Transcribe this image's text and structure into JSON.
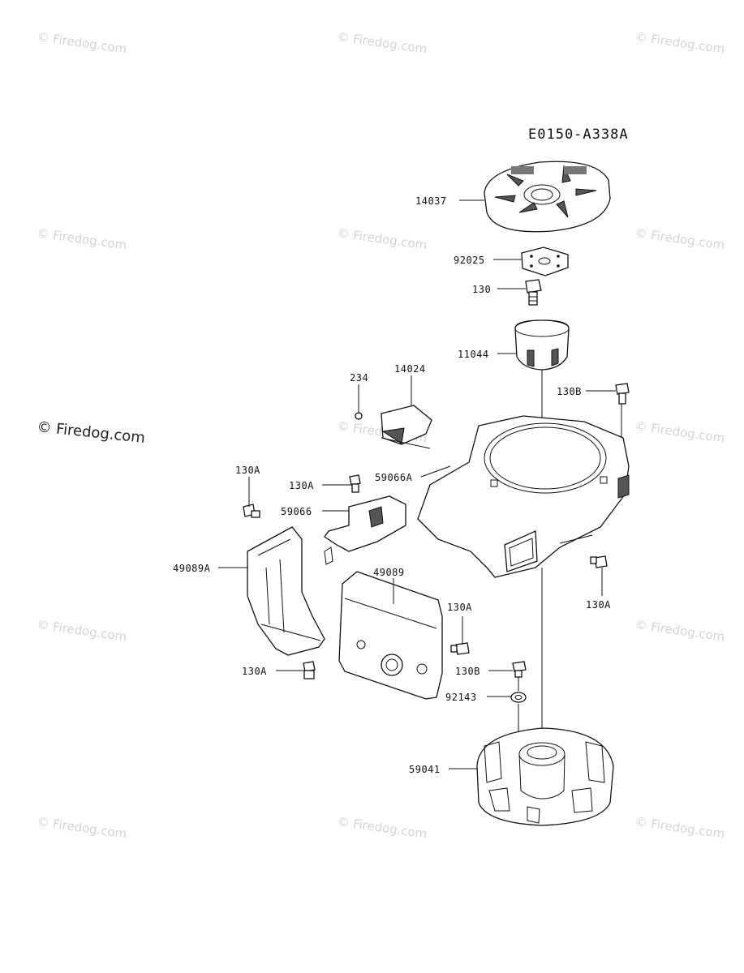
{
  "diagram_code": "E0150-A338A",
  "watermark": {
    "text": "© Firedog.com",
    "faint_text": "© Firedog.com"
  },
  "parts": [
    {
      "id": "p14037",
      "label": "14037"
    },
    {
      "id": "p92025",
      "label": "92025"
    },
    {
      "id": "p130",
      "label": "130"
    },
    {
      "id": "p11044",
      "label": "11044"
    },
    {
      "id": "p234",
      "label": "234"
    },
    {
      "id": "p14024",
      "label": "14024"
    },
    {
      "id": "p130B_top",
      "label": "130B"
    },
    {
      "id": "p130A_left",
      "label": "130A"
    },
    {
      "id": "p59066A",
      "label": "59066A"
    },
    {
      "id": "p130A_mid",
      "label": "130A"
    },
    {
      "id": "p59066",
      "label": "59066"
    },
    {
      "id": "p49089A",
      "label": "49089A"
    },
    {
      "id": "p49089",
      "label": "49089"
    },
    {
      "id": "p130A_right",
      "label": "130A"
    },
    {
      "id": "p130A_center",
      "label": "130A"
    },
    {
      "id": "p130A_bottom",
      "label": "130A"
    },
    {
      "id": "p130B_bottom",
      "label": "130B"
    },
    {
      "id": "p92143",
      "label": "92143"
    },
    {
      "id": "p59041",
      "label": "59041"
    }
  ]
}
